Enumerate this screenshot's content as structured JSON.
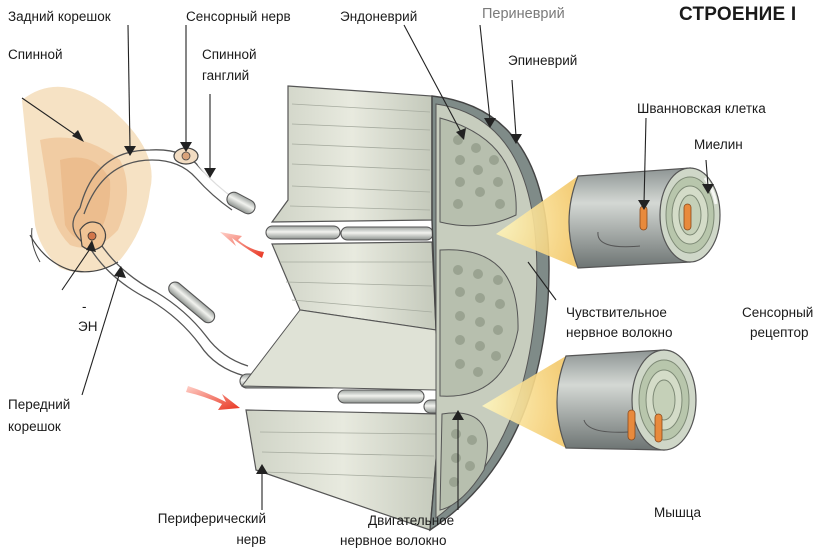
{
  "title": "СТРОЕНИЕ I",
  "labels": {
    "posterior_root": "Задний корешок",
    "sensory_nerve": "Сенсорный нерв",
    "endoneurium": "Эндоневрий",
    "perineurium": "Периневрий",
    "spinal": "Спинной",
    "spinal_ganglion_1": "Спинной",
    "spinal_ganglion_2": "ганглий",
    "epineurium": "Эпиневрий",
    "schwann_cell": "Шванновская клетка",
    "myelin": "Миелин",
    "sensory_fiber_1": "Чувствительное",
    "sensory_fiber_2": "нервное волокно",
    "sensory_receptor_1": "Сенсорный",
    "sensory_receptor_2": "рецептор",
    "cut_fragment_1": "-",
    "cut_fragment_2": "ЭН",
    "anterior_root_1": "Передний",
    "anterior_root_2": "корешок",
    "muscle": "Мышца",
    "peripheral_nerve_1": "Периферический",
    "peripheral_nerve_2": "нерв",
    "motor_fiber_1": "Двигательное",
    "motor_fiber_2": "нервное волокно"
  }
}
